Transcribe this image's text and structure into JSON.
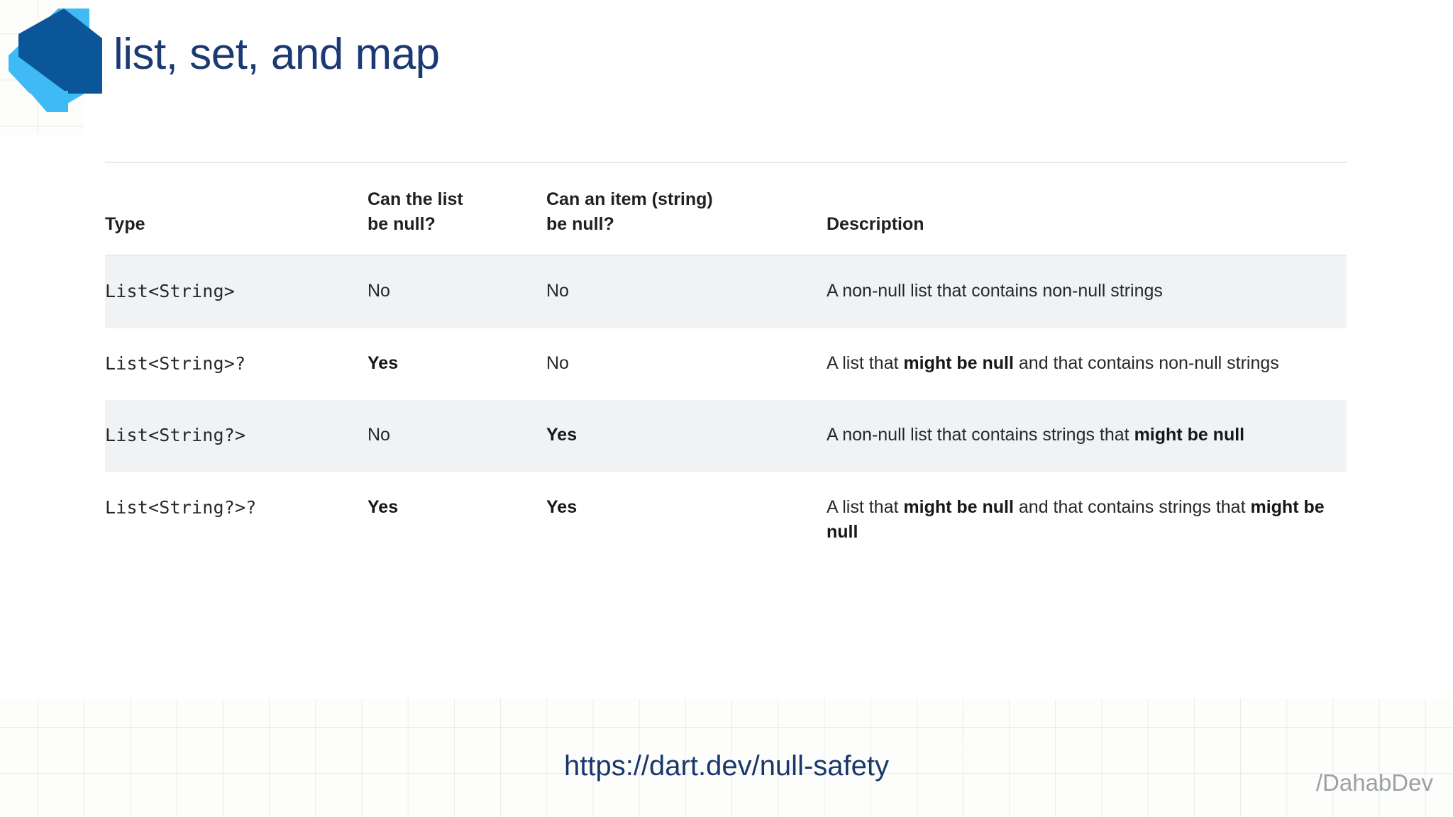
{
  "slide": {
    "title": "list, set, and map",
    "logo_icon": "dart-logo-icon",
    "footer_link": "https://dart.dev/null-safety",
    "handle": "/DahabDev",
    "colors": {
      "title": "#1b3a73",
      "code": "#1f7a63",
      "link": "#19376d",
      "handle": "#9aa0a6",
      "row_alt_bg": "#f1f2f3",
      "logo_dark": "#0b5699",
      "logo_light": "#40baf5"
    }
  },
  "table": {
    "headers": [
      "Type",
      "Can the list\nbe null?",
      "Can an item (string)\nbe null?",
      "Description"
    ],
    "header_parts": {
      "type": "Type",
      "list_null_line1": "Can the list",
      "list_null_line2": "be null?",
      "item_null_line1": "Can an item (string)",
      "item_null_line2": "be null?",
      "description": "Description"
    },
    "rows": [
      {
        "type": "List<String>",
        "list_can_be_null": "No",
        "list_bold": false,
        "item_can_be_null": "No",
        "item_bold": false,
        "description_plain": "A non-null list that contains non-null strings",
        "description_segments": [
          {
            "text": "A non-null list that contains non-null strings",
            "bold": false
          }
        ],
        "shaded": true
      },
      {
        "type": "List<String>?",
        "list_can_be_null": "Yes",
        "list_bold": true,
        "item_can_be_null": "No",
        "item_bold": false,
        "description_plain": "A list that might be null and that contains non-null strings",
        "description_segments": [
          {
            "text": "A list that ",
            "bold": false
          },
          {
            "text": "might be null",
            "bold": true
          },
          {
            "text": " and that contains non-null strings",
            "bold": false
          }
        ],
        "shaded": false
      },
      {
        "type": "List<String?>",
        "list_can_be_null": "No",
        "list_bold": false,
        "item_can_be_null": "Yes",
        "item_bold": true,
        "description_plain": "A non-null list that contains strings that might be null",
        "description_segments": [
          {
            "text": "A non-null list that contains strings that ",
            "bold": false
          },
          {
            "text": "might be null",
            "bold": true
          }
        ],
        "shaded": true
      },
      {
        "type": "List<String?>?",
        "list_can_be_null": "Yes",
        "list_bold": true,
        "item_can_be_null": "Yes",
        "item_bold": true,
        "description_plain": "A list that might be null and that contains strings that might be null",
        "description_segments": [
          {
            "text": "A list that ",
            "bold": false
          },
          {
            "text": "might be null",
            "bold": true
          },
          {
            "text": " and that contains strings that ",
            "bold": false
          },
          {
            "text": "might be null",
            "bold": true
          }
        ],
        "shaded": false
      }
    ]
  }
}
